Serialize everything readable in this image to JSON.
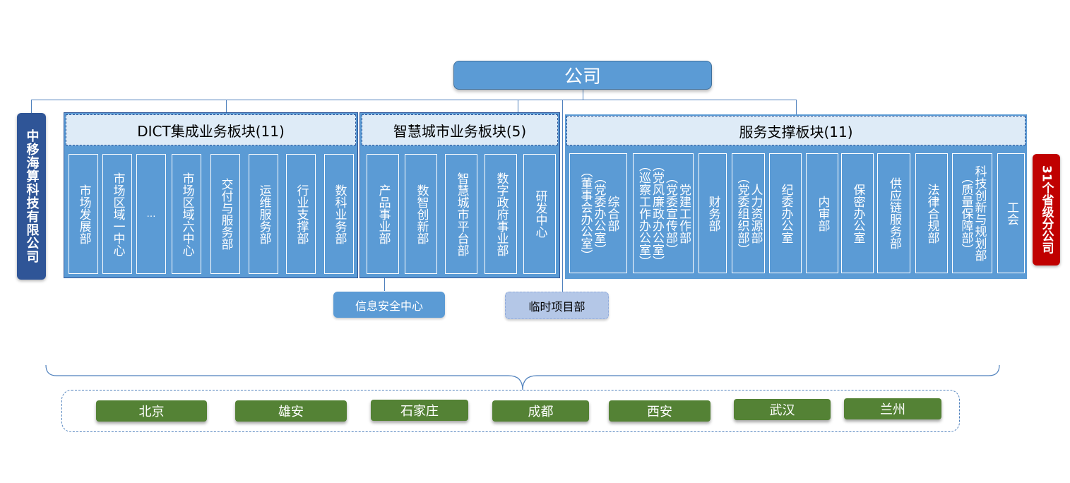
{
  "company": "公司",
  "left_side": "中移海算科技有限公司",
  "right_side": "31个省级分公司",
  "dict": {
    "title": "DICT集成业务板块(11)",
    "units": [
      "市场发展部",
      "市场区域一中心",
      "…",
      "市场区域六中心",
      "交付与服务部",
      "运维服务部",
      "行业支撑部",
      "数科业务部"
    ]
  },
  "smart": {
    "title": "智慧城市业务板块(5)",
    "units": [
      "产品事业部",
      "数智创新部",
      "智慧城市平台部",
      "数字政府事业部",
      "研发中心"
    ]
  },
  "service": {
    "title": "服务支撑板块(11)",
    "units": [
      {
        "lines": [
          "（董事会办公室）",
          "（党委办公室）",
          "综合部"
        ]
      },
      {
        "lines": [
          "（巡察工作办公室）",
          "（党风廉政办公室）",
          "（党委宣传部）",
          "党建工作部"
        ]
      },
      {
        "lines": [
          "财务部"
        ]
      },
      {
        "lines": [
          "（党委组织部）",
          "人力资源部"
        ]
      },
      {
        "lines": [
          "纪委办公室"
        ]
      },
      {
        "lines": [
          "内审部"
        ]
      },
      {
        "lines": [
          "保密办公室"
        ]
      },
      {
        "lines": [
          "供应链服务部"
        ]
      },
      {
        "lines": [
          "法律合规部"
        ]
      },
      {
        "lines": [
          "（质量保障部）",
          "科技创新与规划部"
        ]
      },
      {
        "lines": [
          "工会"
        ]
      }
    ]
  },
  "security_center": "信息安全中心",
  "temp_project": "临时项目部",
  "cities": [
    "北京",
    "雄安",
    "石家庄",
    "成都",
    "西安",
    "武汉",
    "兰州"
  ],
  "colors": {
    "node_blue": "#5b9bd5",
    "dark_blue": "#2f5597",
    "red": "#c00000",
    "green": "#548235",
    "header_bg": "#deebf7"
  }
}
